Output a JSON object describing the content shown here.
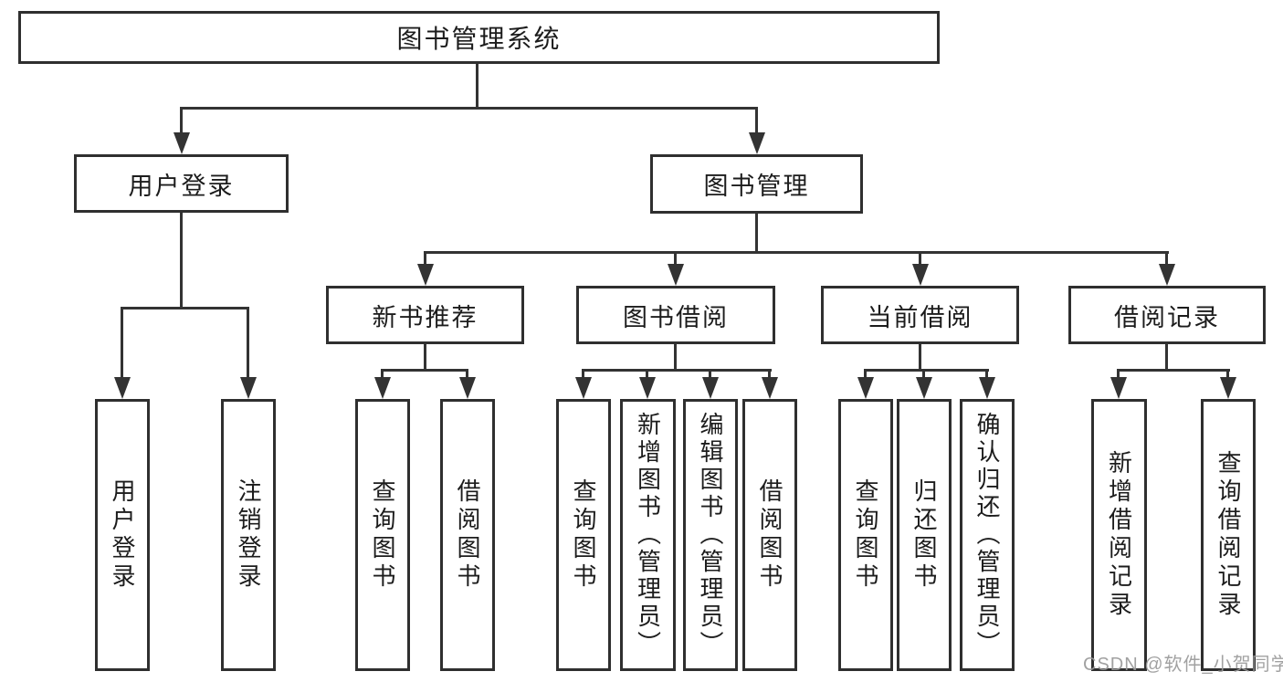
{
  "colors": {
    "line": "#333333",
    "box_border": "#2f2f2f",
    "text": "#1c1c1c",
    "watermark": "#9a9a9a",
    "background": "#ffffff"
  },
  "watermark": "CSDN @软件_小贺同学",
  "tree": {
    "root": {
      "label": "图书管理系统",
      "children": [
        {
          "label": "用户登录",
          "children": [
            {
              "label": "用户登录"
            },
            {
              "label": "注销登录"
            }
          ]
        },
        {
          "label": "图书管理",
          "children": [
            {
              "label": "新书推荐",
              "children": [
                {
                  "label": "查询图书"
                },
                {
                  "label": "借阅图书"
                }
              ]
            },
            {
              "label": "图书借阅",
              "children": [
                {
                  "label": "查询图书"
                },
                {
                  "label": "新增图书（管理员）"
                },
                {
                  "label": "编辑图书（管理员）"
                },
                {
                  "label": "借阅图书"
                }
              ]
            },
            {
              "label": "当前借阅",
              "children": [
                {
                  "label": "查询图书"
                },
                {
                  "label": "归还图书"
                },
                {
                  "label": "确认归还（管理员）"
                }
              ]
            },
            {
              "label": "借阅记录",
              "children": [
                {
                  "label": "新增借阅记录"
                },
                {
                  "label": "查询借阅记录"
                }
              ]
            }
          ]
        }
      ]
    }
  }
}
